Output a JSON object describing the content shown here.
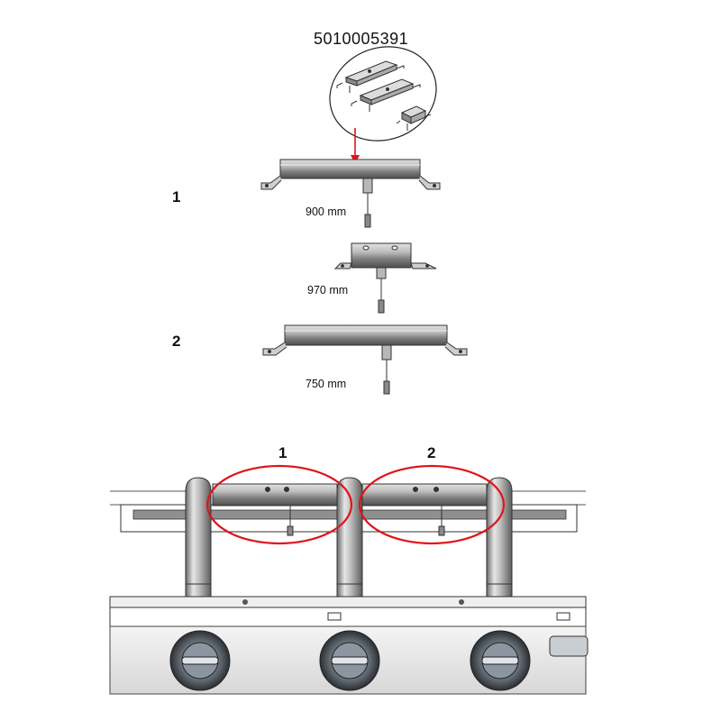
{
  "part_number": "5010005391",
  "assembly_labels": [
    {
      "callout": "1",
      "length": "900 mm"
    },
    {
      "callout": "",
      "length": "970 mm"
    },
    {
      "callout": "2",
      "length": "750 mm"
    }
  ],
  "installation_callouts": [
    "1",
    "2"
  ],
  "colors": {
    "highlight": "#e0141a",
    "steel_dark": "#5a5a5a",
    "steel_mid": "#9c9c9c",
    "steel_light": "#d8d8d8",
    "outline": "#333333"
  },
  "icons": [
    "red-arrow-indicator",
    "detail-ellipse",
    "highlight-ellipse",
    "burner-knob"
  ]
}
